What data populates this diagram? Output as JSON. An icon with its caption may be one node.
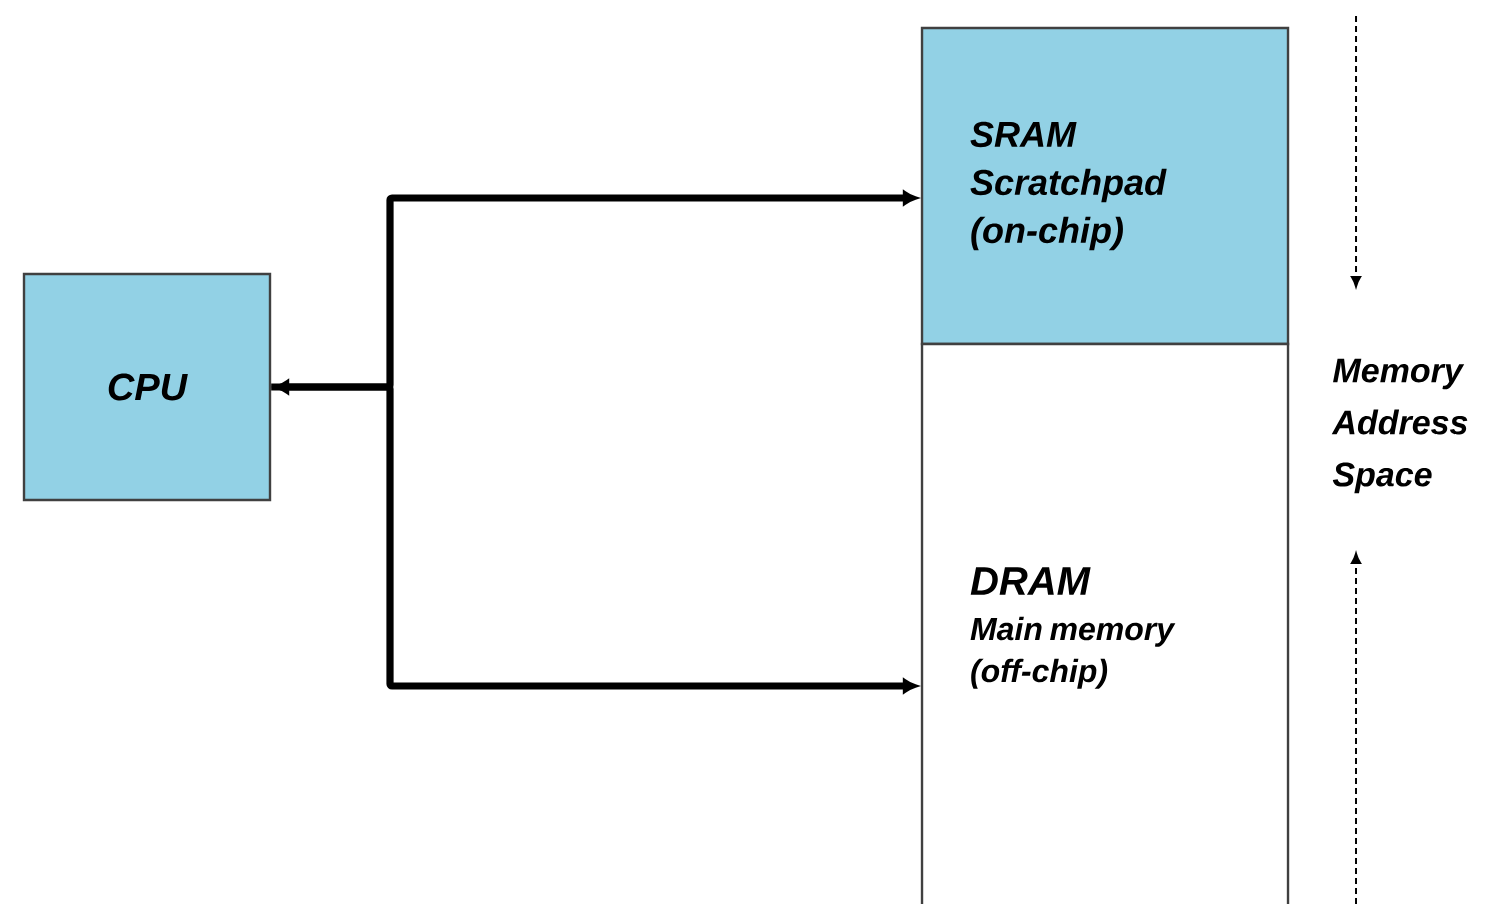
{
  "diagram": {
    "nodes": [
      {
        "text": [
          "CPU"
        ]
      },
      {
        "text": [
          "SRAM Scratchpad (on-chip)"
        ]
      },
      {
        "text": [
          "DRAM",
          "Main memory (off-chip)"
        ]
      }
    ],
    "edges": [
      {
        "from": 0,
        "to": 1,
        "arrow": "both"
      },
      {
        "from": 0,
        "to": 2,
        "arrow": "to"
      }
    ],
    "labels": [
      "Memory Address Space"
    ]
  }
}
